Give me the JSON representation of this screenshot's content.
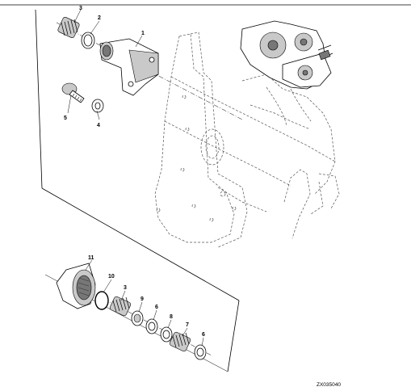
{
  "callouts": {
    "c1": "1",
    "c2": "2",
    "c3_top": "3",
    "c4": "4",
    "c5": "5",
    "c11": "11",
    "c10": "10",
    "c3_bottom": "3",
    "c9": "9",
    "c6_left": "6",
    "c8": "8",
    "c7": "7",
    "c6_right": "6"
  },
  "figure_ref": "ZX035040"
}
